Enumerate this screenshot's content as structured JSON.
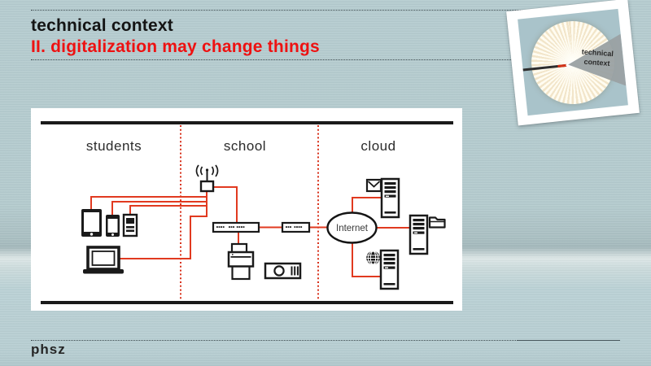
{
  "slide": {
    "title": "technical context",
    "subtitle": "II. digitalization may change things",
    "footer_logo": "phsz"
  },
  "logo_card": {
    "label_line1": "technical",
    "label_line2": "context"
  },
  "diagram": {
    "sections": [
      {
        "label": "students"
      },
      {
        "label": "school"
      },
      {
        "label": "cloud"
      }
    ],
    "internet_label": "Internet",
    "icons": {
      "students": [
        "tablet-icon",
        "smartphone-icon",
        "media-player-icon",
        "laptop-icon"
      ],
      "school": [
        "wifi-access-point-icon",
        "network-switch-icon",
        "router-modem-icon",
        "printer-icon",
        "projector-icon"
      ],
      "cloud": [
        "internet-cloud",
        "email-icon",
        "mail-server-icon",
        "folder-icon",
        "file-server-icon",
        "globe-icon",
        "web-server-icon"
      ]
    }
  },
  "colors": {
    "background": "#b7ced2",
    "accent_red": "#e13a20",
    "separator_red": "#d8321c",
    "title_red": "#ee1111",
    "diagram_black": "#1a1a1a",
    "panel_white": "#ffffff",
    "card_photo_bg": "#a9c3ca",
    "fan_cream": "#f2e5c9",
    "wedge_gray": "#9aa1a3"
  }
}
